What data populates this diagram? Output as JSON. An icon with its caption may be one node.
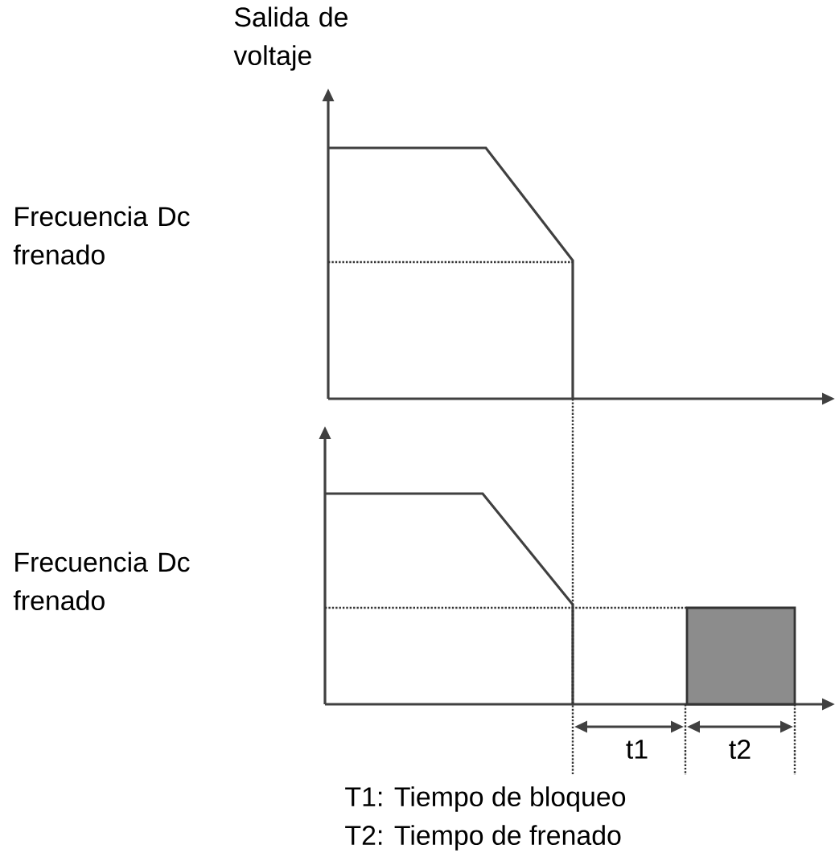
{
  "diagram": {
    "labels": [
      "Salida de voltaje",
      "Frecuencia Dc frenado",
      "Frecuencia Dc frenado",
      "t1",
      "t2",
      "T1: Tiempo de bloqueo",
      "T2: Tiempo de frenado"
    ]
  }
}
